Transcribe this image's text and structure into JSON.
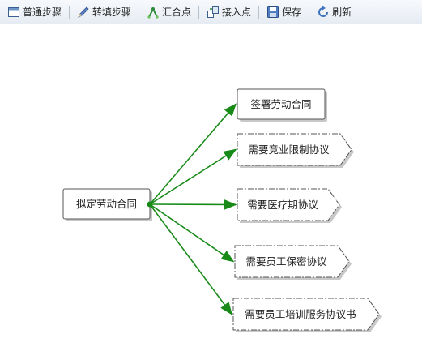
{
  "toolbar": {
    "buttons": [
      {
        "label": "普通步骤",
        "icon": "window-icon"
      },
      {
        "label": "转填步骤",
        "icon": "pen-icon"
      },
      {
        "label": "汇合点",
        "icon": "merge-icon"
      },
      {
        "label": "接入点",
        "icon": "access-point-icon"
      },
      {
        "label": "保存",
        "icon": "save-icon"
      },
      {
        "label": "刷新",
        "icon": "refresh-icon"
      }
    ]
  },
  "flow": {
    "source": "拟定劳动合同",
    "targets": [
      {
        "label": "签署劳动合同",
        "kind": "normal"
      },
      {
        "label": "需要竞业限制协议",
        "kind": "condition"
      },
      {
        "label": "需要医疗期协议",
        "kind": "condition"
      },
      {
        "label": "需要员工保密协议",
        "kind": "condition"
      },
      {
        "label": "需要员工培训服务协议书",
        "kind": "condition"
      }
    ]
  },
  "colors": {
    "connector": "#188a18",
    "node_border": "#555555",
    "shadow": "#c8c8c8"
  }
}
